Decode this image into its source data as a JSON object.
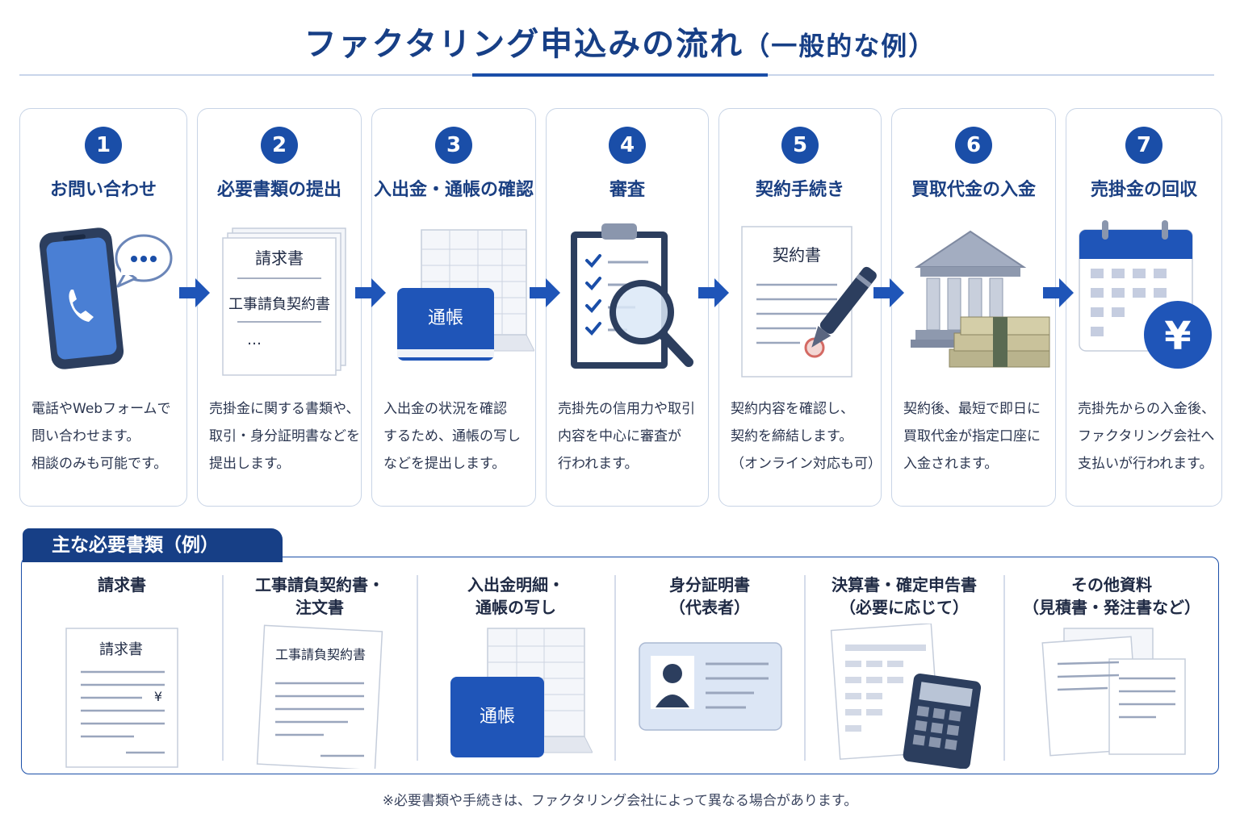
{
  "title": {
    "main": "ファクタリング申込みの流れ",
    "sub": "（一般的な例）"
  },
  "steps": [
    {
      "num": "1",
      "title": "お問い合わせ",
      "lines": [
        "電話やWebフォームで",
        "問い合わせます。",
        "相談のみも可能です。"
      ]
    },
    {
      "num": "2",
      "title": "必要書類の提出",
      "lines": [
        "売掛金に関する書類や、",
        "取引・身分証明書などを",
        "提出します。"
      ],
      "doc_labels": [
        "請求書",
        "工事請負契約書",
        "…"
      ]
    },
    {
      "num": "3",
      "title": "入出金・通帳の確認",
      "lines": [
        "入出金の状況を確認",
        "するため、通帳の写し",
        "などを提出します。"
      ],
      "passbook_label": "通帳"
    },
    {
      "num": "4",
      "title": "審査",
      "lines": [
        "売掛先の信用力や取引",
        "内容を中心に審査が",
        "行われます。"
      ]
    },
    {
      "num": "5",
      "title": "契約手続き",
      "lines": [
        "契約内容を確認し、",
        "契約を締結します。",
        "（オンライン対応も可）"
      ],
      "contract_label": "契約書"
    },
    {
      "num": "6",
      "title": "買取代金の入金",
      "lines": [
        "契約後、最短で即日に",
        "買取代金が指定口座に",
        "入金されます。"
      ]
    },
    {
      "num": "7",
      "title": "売掛金の回収",
      "lines": [
        "売掛先からの入金後、",
        "ファクタリング会社へ",
        "支払いが行われます。"
      ],
      "coin_symbol": "¥"
    }
  ],
  "docs": {
    "heading": "主な必要書類（例）",
    "items": [
      {
        "lines": [
          "請求書"
        ],
        "inner_label": "請求書",
        "symbol": "¥"
      },
      {
        "lines": [
          "工事請負契約書・",
          "注文書"
        ],
        "inner_label": "工事請負契約書"
      },
      {
        "lines": [
          "入出金明細・",
          "通帳の写し"
        ],
        "inner_label": "通帳"
      },
      {
        "lines": [
          "身分証明書",
          "（代表者）"
        ]
      },
      {
        "lines": [
          "決算書・確定申告書",
          "（必要に応じて）"
        ]
      },
      {
        "lines": [
          "その他資料",
          "（見積書・発注書など）"
        ]
      }
    ]
  },
  "note": "※必要書類や手続きは、ファクタリング会社によって異なる場合があります。",
  "colors": {
    "primary": "#1a4ea8",
    "navy": "#173f86",
    "light_blue": "#dce6f5",
    "border": "#c8d4e6"
  }
}
